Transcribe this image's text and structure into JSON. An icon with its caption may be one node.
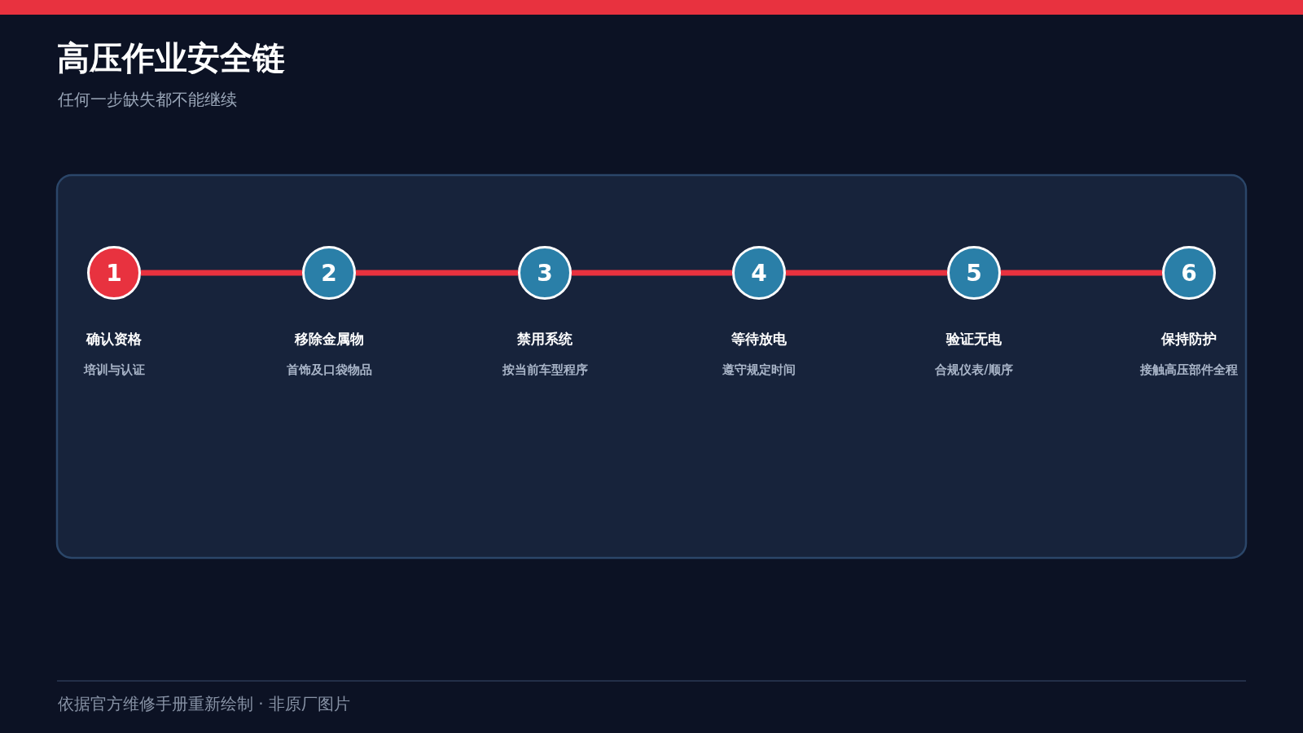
{
  "diagram": {
    "title": "高压作业安全链",
    "caption": "任何一步缺失都不能继续",
    "nodes": [
      {
        "text": [
          "1"
        ],
        "beside": [
          "确认资格",
          "培训与认证"
        ]
      },
      {
        "text": [
          "2"
        ],
        "beside": [
          "移除金属物",
          "首饰及口袋物品"
        ]
      },
      {
        "text": [
          "3"
        ],
        "beside": [
          "禁用系统",
          "按当前车型程序"
        ]
      },
      {
        "text": [
          "4"
        ],
        "beside": [
          "等待放电",
          "遵守规定时间"
        ]
      },
      {
        "text": [
          "5"
        ],
        "beside": [
          "验证无电",
          "合规仪表/顺序"
        ]
      },
      {
        "text": [
          "6"
        ],
        "beside": [
          "保持防护",
          "接触高压部件全程"
        ]
      }
    ],
    "edges": [
      {
        "from": 0,
        "to": 1,
        "arrow": "none"
      },
      {
        "from": 1,
        "to": 2,
        "arrow": "none"
      },
      {
        "from": 2,
        "to": 3,
        "arrow": "none"
      },
      {
        "from": 3,
        "to": 4,
        "arrow": "none"
      },
      {
        "from": 4,
        "to": 5,
        "arrow": "none"
      }
    ],
    "labels": [
      "依据官方维修手册重新绘制 · 非原厂图片"
    ]
  }
}
